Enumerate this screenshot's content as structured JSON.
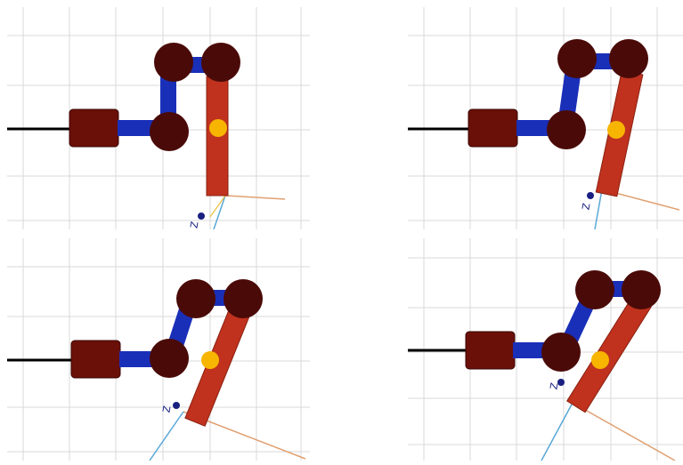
{
  "figure": {
    "panels": [
      {
        "id": "top-left",
        "axis_label": "Z"
      },
      {
        "id": "top-right",
        "axis_label": "Z"
      },
      {
        "id": "bottom-left",
        "axis_label": "Z"
      },
      {
        "id": "bottom-right",
        "axis_label": "Z"
      }
    ],
    "colors": {
      "link_red": "#c0321e",
      "joint_dark": "#4a0a08",
      "link_blue": "#1a2fb8",
      "target_marker": "#f7b500",
      "base_cable": "#000000",
      "axis_blue": "#5aa8d8",
      "axis_orange": "#e0a070",
      "grid": "#d8d8d8"
    }
  }
}
